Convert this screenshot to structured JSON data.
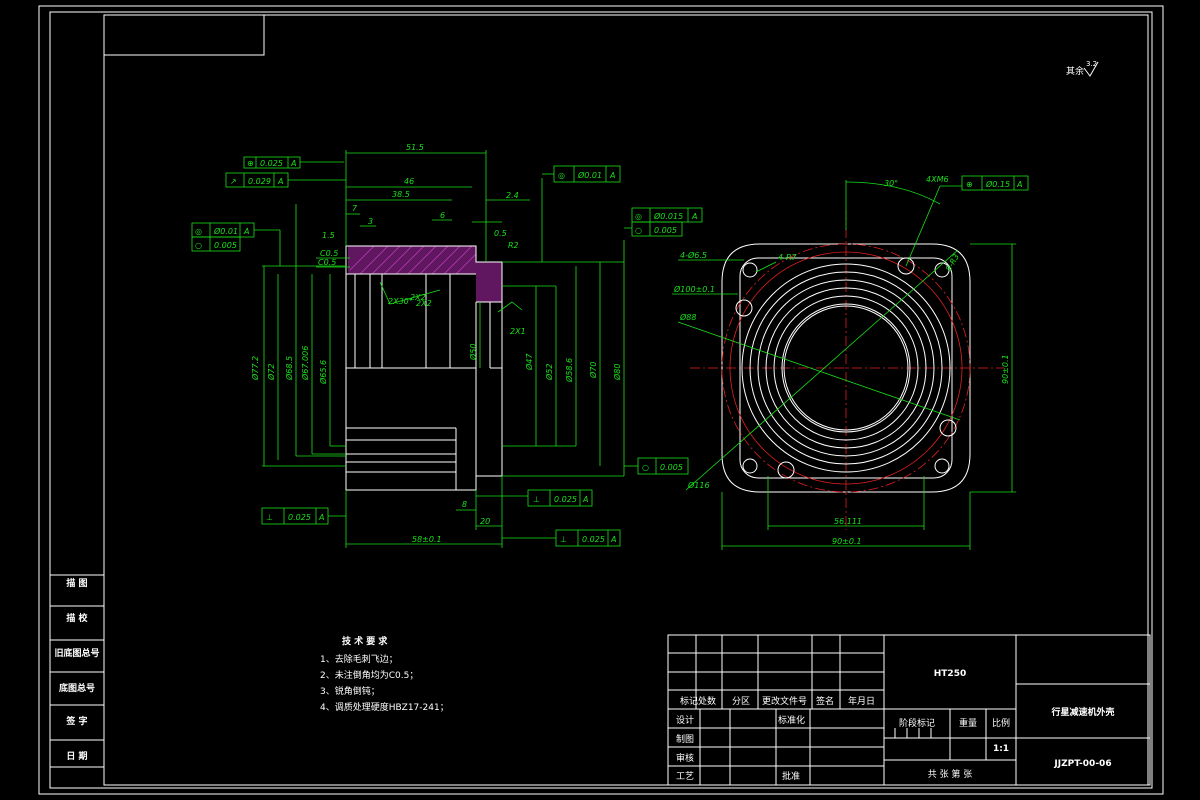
{
  "side_block": [
    "描 图",
    "描 校",
    "旧底图总号",
    "底图总号",
    "签 字",
    "日 期"
  ],
  "roughness_note": "其余",
  "roughness_value": "3.2",
  "tech_requirements": {
    "title": "技 术 要 求",
    "items": [
      "1、去除毛刺飞边；",
      "2、未注倒角均为C0.5；",
      "3、锐角倒钝；",
      "4、调质处理硬度HBZ17-241；"
    ]
  },
  "title_block": {
    "material": "HT250",
    "part_name": "行星减速机外壳",
    "drawing_no": "JJZPT-00-06",
    "scale": "1:1",
    "sheets": "共 张 第 张",
    "header_cols": [
      "标记",
      "处数",
      "分区",
      "更改文件号",
      "签名",
      "年月日"
    ],
    "rows": [
      "设计",
      "制图",
      "审核",
      "工艺"
    ],
    "standardize": "标准化",
    "approve": "批准",
    "stage_mark": "阶段标记",
    "weight": "重量",
    "scale_label": "比例"
  },
  "dimensions": {
    "left": {
      "d1": "51.5",
      "d2": "46",
      "d3": "38.5",
      "d4": "2.4",
      "d5": "7",
      "d6": "3",
      "d7": "6",
      "d8": "1.5",
      "d9": "0.5",
      "d10": "R2",
      "d11": "C0.5",
      "d12": "C0.5",
      "d13": "Ø77.2",
      "d14": "Ø72",
      "d15": "Ø68.5",
      "d16": "Ø67.006",
      "d17": "Ø65.6",
      "d18": "Ø50",
      "d19": "Ø47",
      "d20": "Ø52",
      "d21": "Ø58.6",
      "d22": "Ø70",
      "d23": "Ø80",
      "d24": "58±0.1",
      "d25": "8",
      "d26": "20",
      "d27": "2X2",
      "d28": "2X2",
      "d29": "2X1",
      "d30": "2X30°"
    },
    "right": {
      "angle": "30°",
      "holes": "4XM6",
      "holes2": "4-Ø6.5",
      "r7": "4-R7",
      "r3": "8-R3",
      "pcd100": "Ø100±0.1",
      "d88": "Ø88",
      "d116": "Ø116",
      "w90": "90±0.1",
      "h90": "90±0.1",
      "w56": "56.111"
    }
  },
  "tolerances": {
    "t1": {
      "symbol": "⊕",
      "value": "0.025",
      "datum": "A"
    },
    "t2": {
      "symbol": "↗",
      "value": "0.029",
      "datum": "A"
    },
    "t3": {
      "symbol": "◎",
      "value": "Ø0.01",
      "datum": "A"
    },
    "t3b": {
      "symbol": "○",
      "value": "0.005"
    },
    "t4": {
      "symbol": "◎",
      "value": "Ø0.01",
      "datum": "A"
    },
    "t5": {
      "symbol": "◎",
      "value": "Ø0.015",
      "datum": "A"
    },
    "t5b": {
      "symbol": "○",
      "value": "0.005"
    },
    "t6": {
      "symbol": "○",
      "value": "0.005"
    },
    "t7": {
      "symbol": "⊥",
      "value": "0.025",
      "datum": "A"
    },
    "t8": {
      "symbol": "⊥",
      "value": "0.025",
      "datum": "A"
    },
    "t9": {
      "symbol": "⊥",
      "value": "0.025",
      "datum": "A"
    },
    "t10": {
      "symbol": "⊕",
      "value": "Ø0.15",
      "datum": "A"
    }
  }
}
